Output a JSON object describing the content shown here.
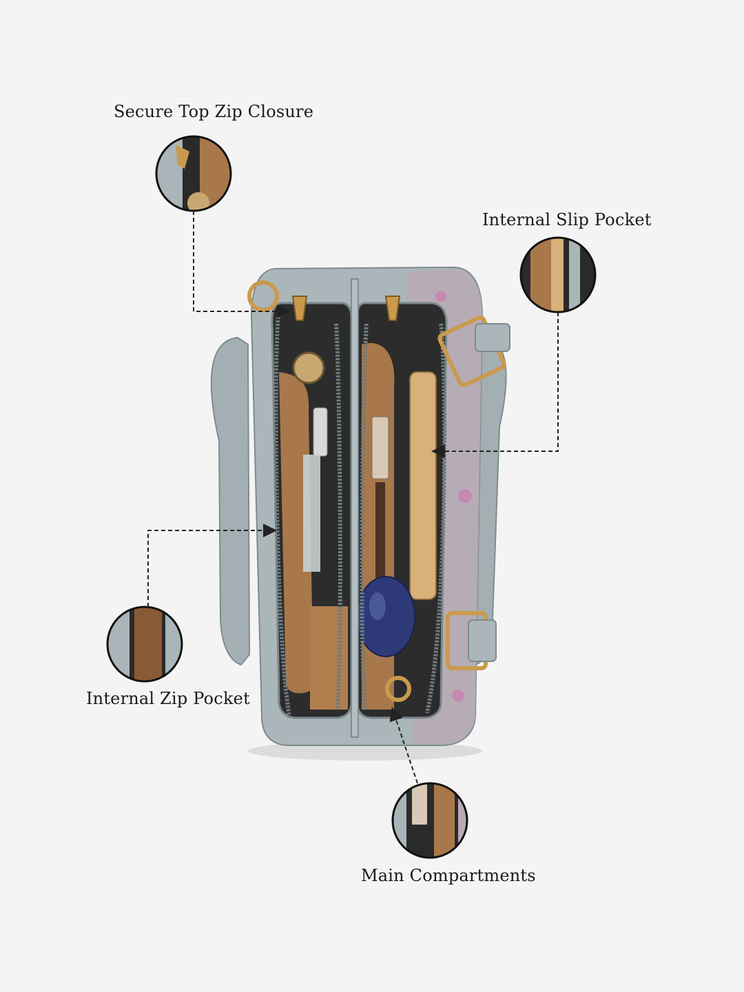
{
  "callouts": {
    "zip_closure": "Secure Top Zip Closure",
    "slip_pocket": "Internal Slip Pocket",
    "zip_pocket": "Internal Zip Pocket",
    "main_compartments": "Main Compartments"
  },
  "colors": {
    "background": "#f4f4f4",
    "bag_body": "#a9b5b8",
    "bag_shade": "#8e9a9e",
    "lining": "#a8784a",
    "gold_hardware": "#c99a4e",
    "leader_line": "#222222"
  }
}
